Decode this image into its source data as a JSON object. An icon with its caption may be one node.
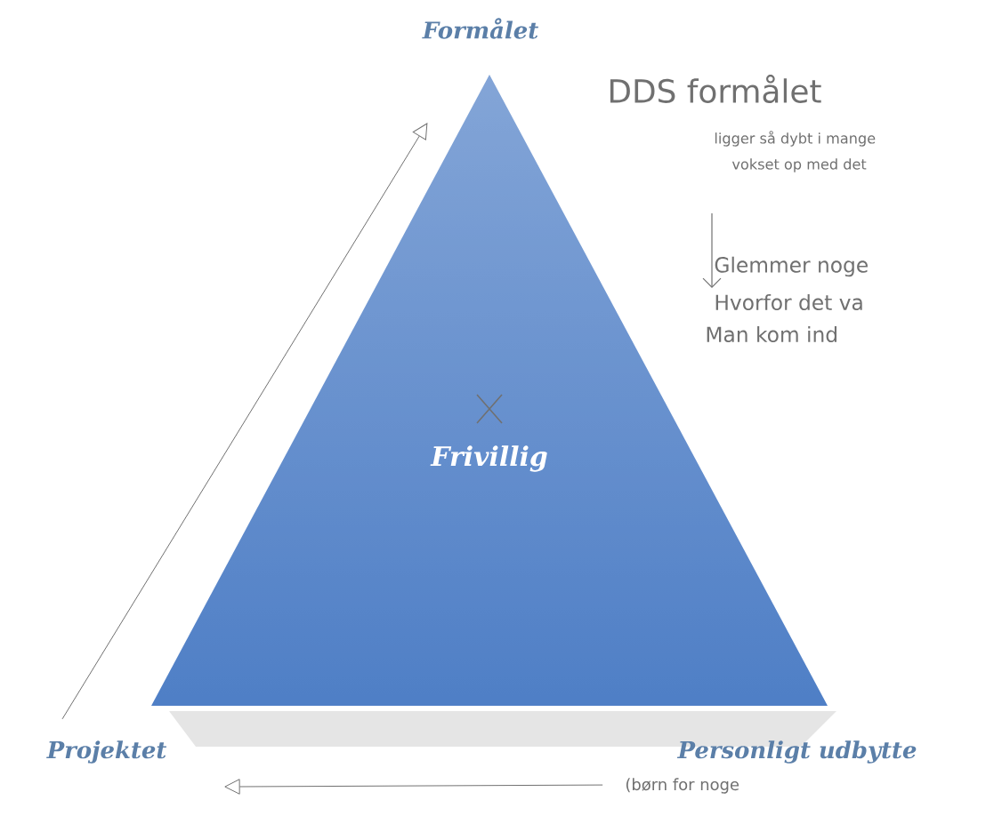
{
  "diagram": {
    "nodes": [
      {
        "text": [
          "Frivillig"
        ]
      },
      {
        "text": [
          "Formålet"
        ]
      },
      {
        "text": [
          "Projektet"
        ]
      },
      {
        "text": [
          "Personligt udbytte"
        ]
      }
    ],
    "edges": [
      {
        "from": 2,
        "to": 1,
        "arrow": "to"
      },
      {
        "from": 3,
        "to": 2,
        "arrow": "to"
      }
    ],
    "labels": [
      "DDS formålet",
      "ligger så dybt i mange",
      "vokset op med det",
      "Glemmer noge",
      "Hvorfor det va",
      "Man kom ind",
      "(børn for noge"
    ]
  }
}
